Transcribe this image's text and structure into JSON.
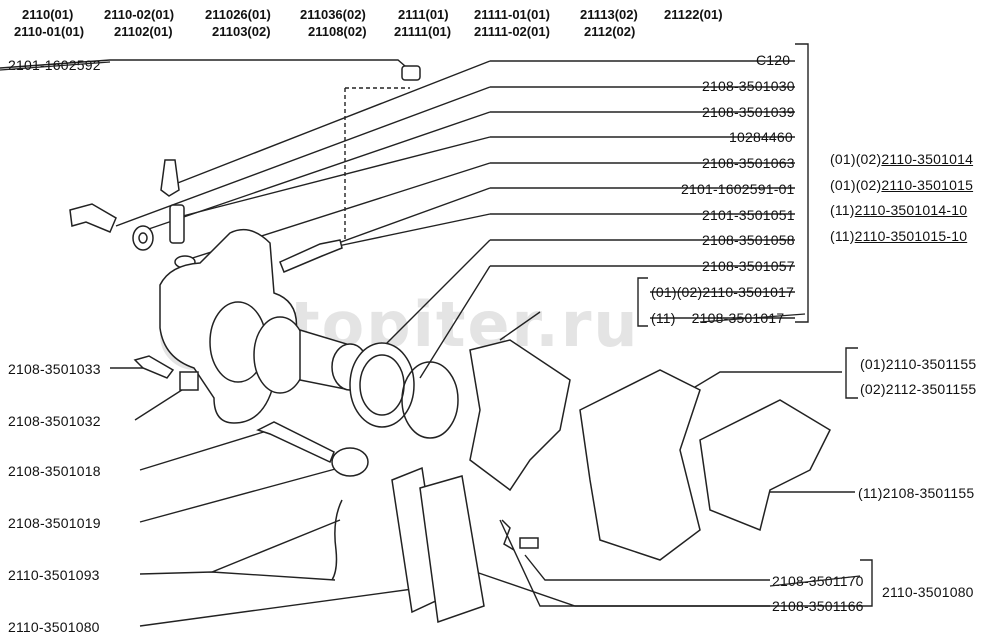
{
  "header": {
    "row1": [
      "2110(01)",
      "2110-02(01)",
      "211026(01)",
      "211036(02)",
      "2111(01)",
      "21111-01(01)",
      "21113(02)",
      "21122(01)"
    ],
    "row2": [
      "2110-01(01)",
      "21102(01)",
      "21103(02)",
      "21108(02)",
      "21111(01)",
      "21111-02(01)",
      "2112(02)"
    ]
  },
  "watermark": "autopiter.ru",
  "labels": {
    "l_2101_1602592": "2101-1602592",
    "c120": "C120",
    "l_2108_3501030": "2108-3501030",
    "l_2108_3501039": "2108-3501039",
    "l_10284460": "10284460",
    "l_2108_3501063": "2108-3501063",
    "l_2101_1602591_01": "2101-1602591-01",
    "l_2101_3501051": "2101-3501051",
    "l_2108_3501058": "2108-3501058",
    "l_2108_3501057": "2108-3501057",
    "l_01_02_2110_3501017_prefix": "(01)(02)",
    "l_01_02_2110_3501017_num": "2110-3501017",
    "l_11_2108_3501017_prefix": "(11)",
    "l_11_2108_3501017_num": "2108-3501017",
    "r1_prefix": "(01)(02)",
    "r1_num": "2110-3501014",
    "r2_prefix": "(01)(02)",
    "r2_num": "2110-3501015",
    "r3_prefix": "(11)",
    "r3_num": "2110-3501014-10",
    "r4_prefix": "(11)",
    "r4_num": "2110-3501015-10",
    "r5": "(01)2110-3501155",
    "r6": "(02)2112-3501155",
    "r7": "(11)2108-3501155",
    "l_2108_3501033": "2108-3501033",
    "l_2108_3501032": "2108-3501032",
    "l_2108_3501018": "2108-3501018",
    "l_2108_3501019": "2108-3501019",
    "l_2110_3501093": "2110-3501093",
    "l_2110_3501080_left": "2110-3501080",
    "l_2108_3501170": "2108-3501170",
    "l_2108_3501166": "2108-3501166",
    "l_2110_3501080_right": "2110-3501080"
  }
}
